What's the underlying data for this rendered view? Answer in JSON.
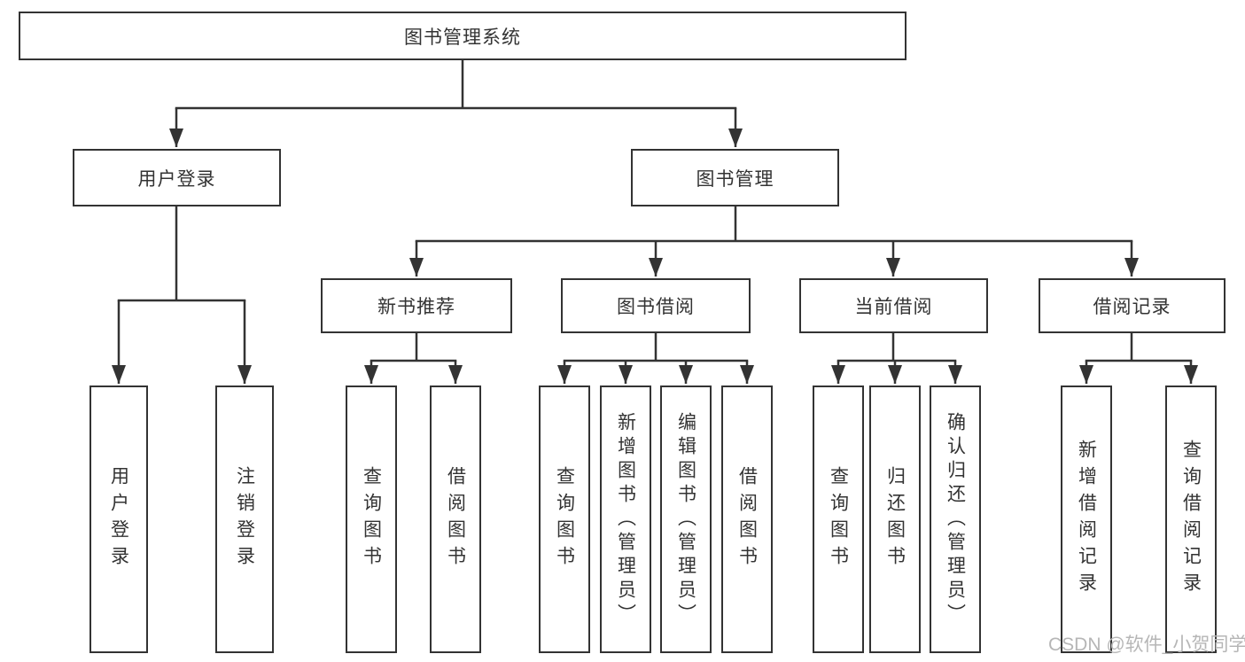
{
  "tree": {
    "root": {
      "label": "图书管理系统"
    },
    "children": [
      {
        "label": "用户登录",
        "children": [
          {
            "label": "用户登录"
          },
          {
            "label": "注销登录"
          }
        ]
      },
      {
        "label": "图书管理",
        "children": [
          {
            "label": "新书推荐",
            "children": [
              {
                "label": "查询图书"
              },
              {
                "label": "借阅图书"
              }
            ]
          },
          {
            "label": "图书借阅",
            "children": [
              {
                "label": "查询图书"
              },
              {
                "label": "新增图书（管理员）"
              },
              {
                "label": "编辑图书（管理员）"
              },
              {
                "label": "借阅图书"
              }
            ]
          },
          {
            "label": "当前借阅",
            "children": [
              {
                "label": "查询图书"
              },
              {
                "label": "归还图书"
              },
              {
                "label": "确认归还（管理员）"
              }
            ]
          },
          {
            "label": "借阅记录",
            "children": [
              {
                "label": "新增借阅记录"
              },
              {
                "label": "查询借阅记录"
              }
            ]
          }
        ]
      }
    ]
  },
  "watermark": "CSDN @软件_小贺同学",
  "colors": {
    "line": "#333333",
    "box_border": "#333333",
    "text": "#333333",
    "watermark_text": "#b6b6b6",
    "background": "#ffffff"
  }
}
